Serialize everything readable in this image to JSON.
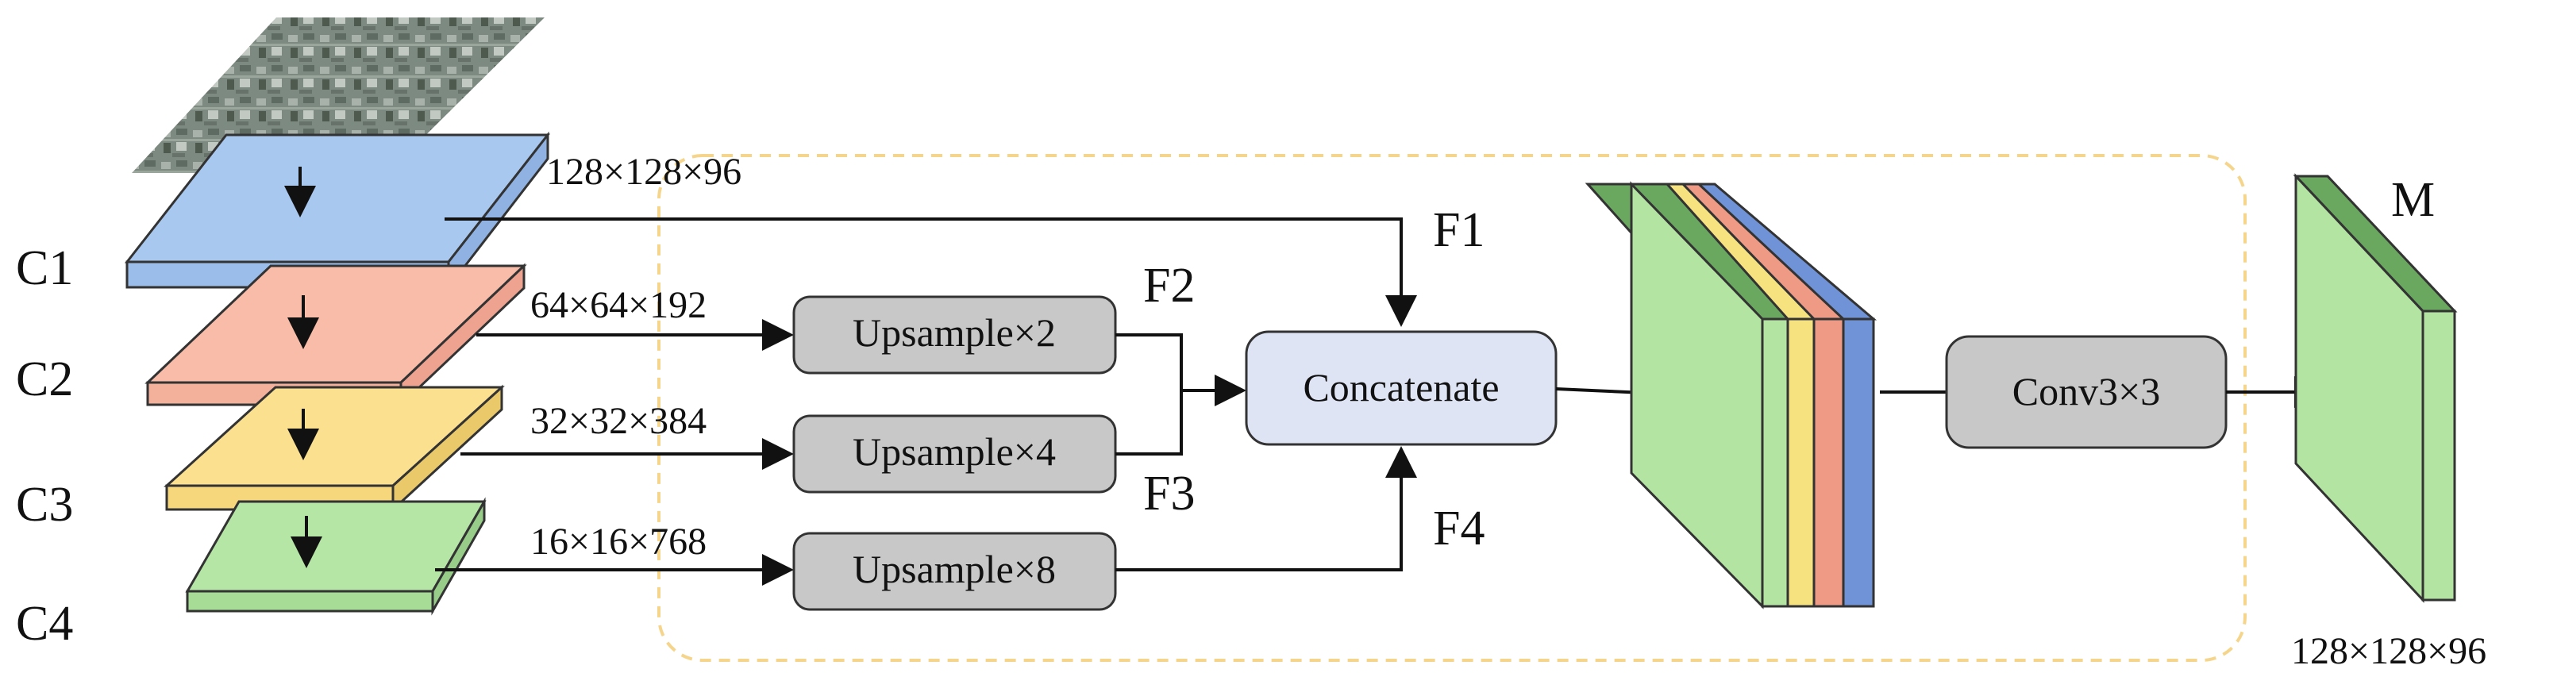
{
  "layers": {
    "c1": "C1",
    "c2": "C2",
    "c3": "C3",
    "c4": "C4"
  },
  "dims": {
    "c1": "128×128×96",
    "c2": "64×64×192",
    "c3": "32×32×384",
    "c4": "16×16×768",
    "output": "128×128×96"
  },
  "features": {
    "f1": "F1",
    "f2": "F2",
    "f3": "F3",
    "f4": "F4"
  },
  "ops": {
    "up2": "Upsample×2",
    "up4": "Upsample×4",
    "up8": "Upsample×8",
    "concat": "Concatenate",
    "conv": "Conv3×3"
  },
  "output_label": "M",
  "colors": {
    "c1": "#a8c8f0",
    "c2": "#f8bca8",
    "c3": "#fbe08f",
    "c4": "#b5e6a6",
    "green": "#b3e4a2",
    "green_dark": "#6aa860",
    "yellow": "#f6e27f",
    "red": "#ee9a84",
    "blue": "#6f93d6",
    "gray_box": "#c8c8c8",
    "concat_box": "#dfe4f5",
    "dashed": "#f5d58c"
  }
}
